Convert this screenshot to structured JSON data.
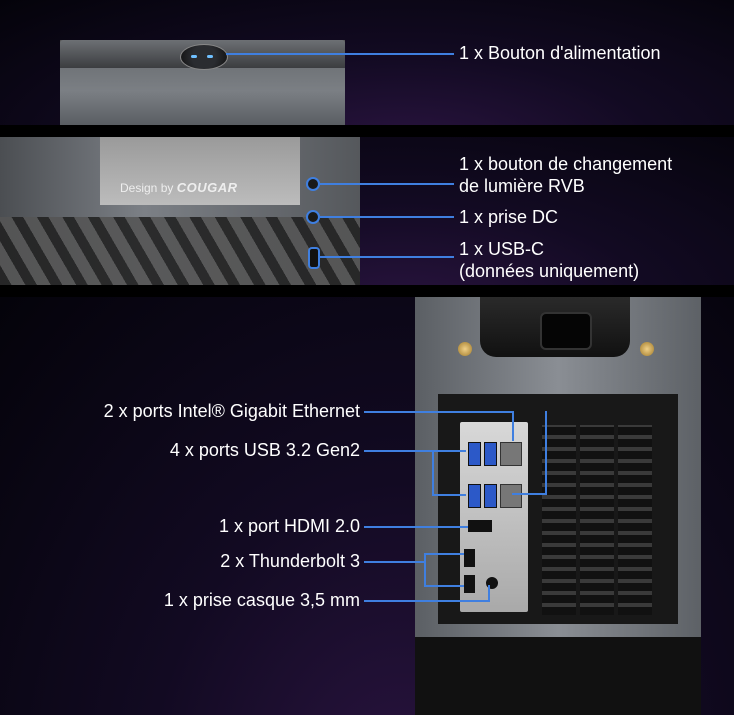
{
  "panel_top": {
    "label": "1 x Bouton d'alimentation"
  },
  "panel_side": {
    "brand_prefix": "Design by",
    "brand_name": "COUGAR",
    "labels": [
      "1 x bouton de changement",
      "de lumière RVB",
      "1 x prise DC",
      "1 x USB-C",
      "(données uniquement)"
    ]
  },
  "panel_rear": {
    "labels": [
      "2 x ports Intel® Gigabit Ethernet",
      "4 x ports USB 3.2 Gen2",
      "1 x port HDMI 2.0",
      "2 x Thunderbolt 3",
      "1 x prise casque 3,5 mm"
    ]
  },
  "colors": {
    "leader_line": "#3f7fe0",
    "background_glow": "#2a1440"
  }
}
